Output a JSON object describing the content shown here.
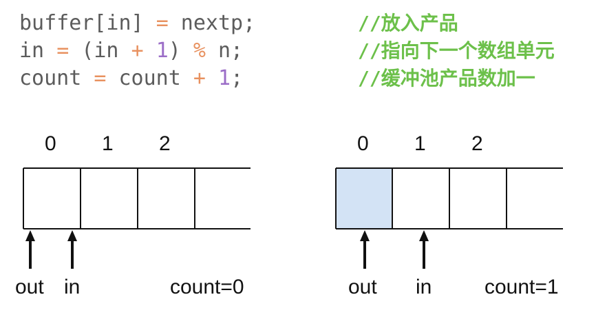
{
  "code": [
    {
      "parts": [
        {
          "t": "buffer[in] ",
          "c": "plain"
        },
        {
          "t": "=",
          "c": "op"
        },
        {
          "t": " nextp;",
          "c": "plain"
        }
      ],
      "comment": "//放入产品"
    },
    {
      "parts": [
        {
          "t": "in ",
          "c": "plain"
        },
        {
          "t": "=",
          "c": "op"
        },
        {
          "t": " (in ",
          "c": "plain"
        },
        {
          "t": "+",
          "c": "op"
        },
        {
          "t": " ",
          "c": "plain"
        },
        {
          "t": "1",
          "c": "num"
        },
        {
          "t": ") ",
          "c": "plain"
        },
        {
          "t": "%",
          "c": "op"
        },
        {
          "t": " n;",
          "c": "plain"
        }
      ],
      "comment": "//指向下一个数组单元"
    },
    {
      "parts": [
        {
          "t": "count ",
          "c": "plain"
        },
        {
          "t": "=",
          "c": "op"
        },
        {
          "t": " count ",
          "c": "plain"
        },
        {
          "t": "+",
          "c": "op"
        },
        {
          "t": " ",
          "c": "plain"
        },
        {
          "t": "1",
          "c": "num"
        },
        {
          "t": ";",
          "c": "plain"
        }
      ],
      "comment": "//缓冲池产品数加一"
    }
  ],
  "colors": {
    "code_text": "#5c5c5c",
    "operator": "#e8915f",
    "number": "#9b6dc7",
    "comment": "#6cc04a",
    "filled_cell": "#d3e3f5"
  },
  "before": {
    "indices": [
      "0",
      "1",
      "2"
    ],
    "out_label": "out",
    "in_label": "in",
    "count_label": "count=0",
    "filled_cells": []
  },
  "after": {
    "indices": [
      "0",
      "1",
      "2"
    ],
    "out_label": "out",
    "in_label": "in",
    "count_label": "count=1",
    "filled_cells": [
      0
    ]
  }
}
